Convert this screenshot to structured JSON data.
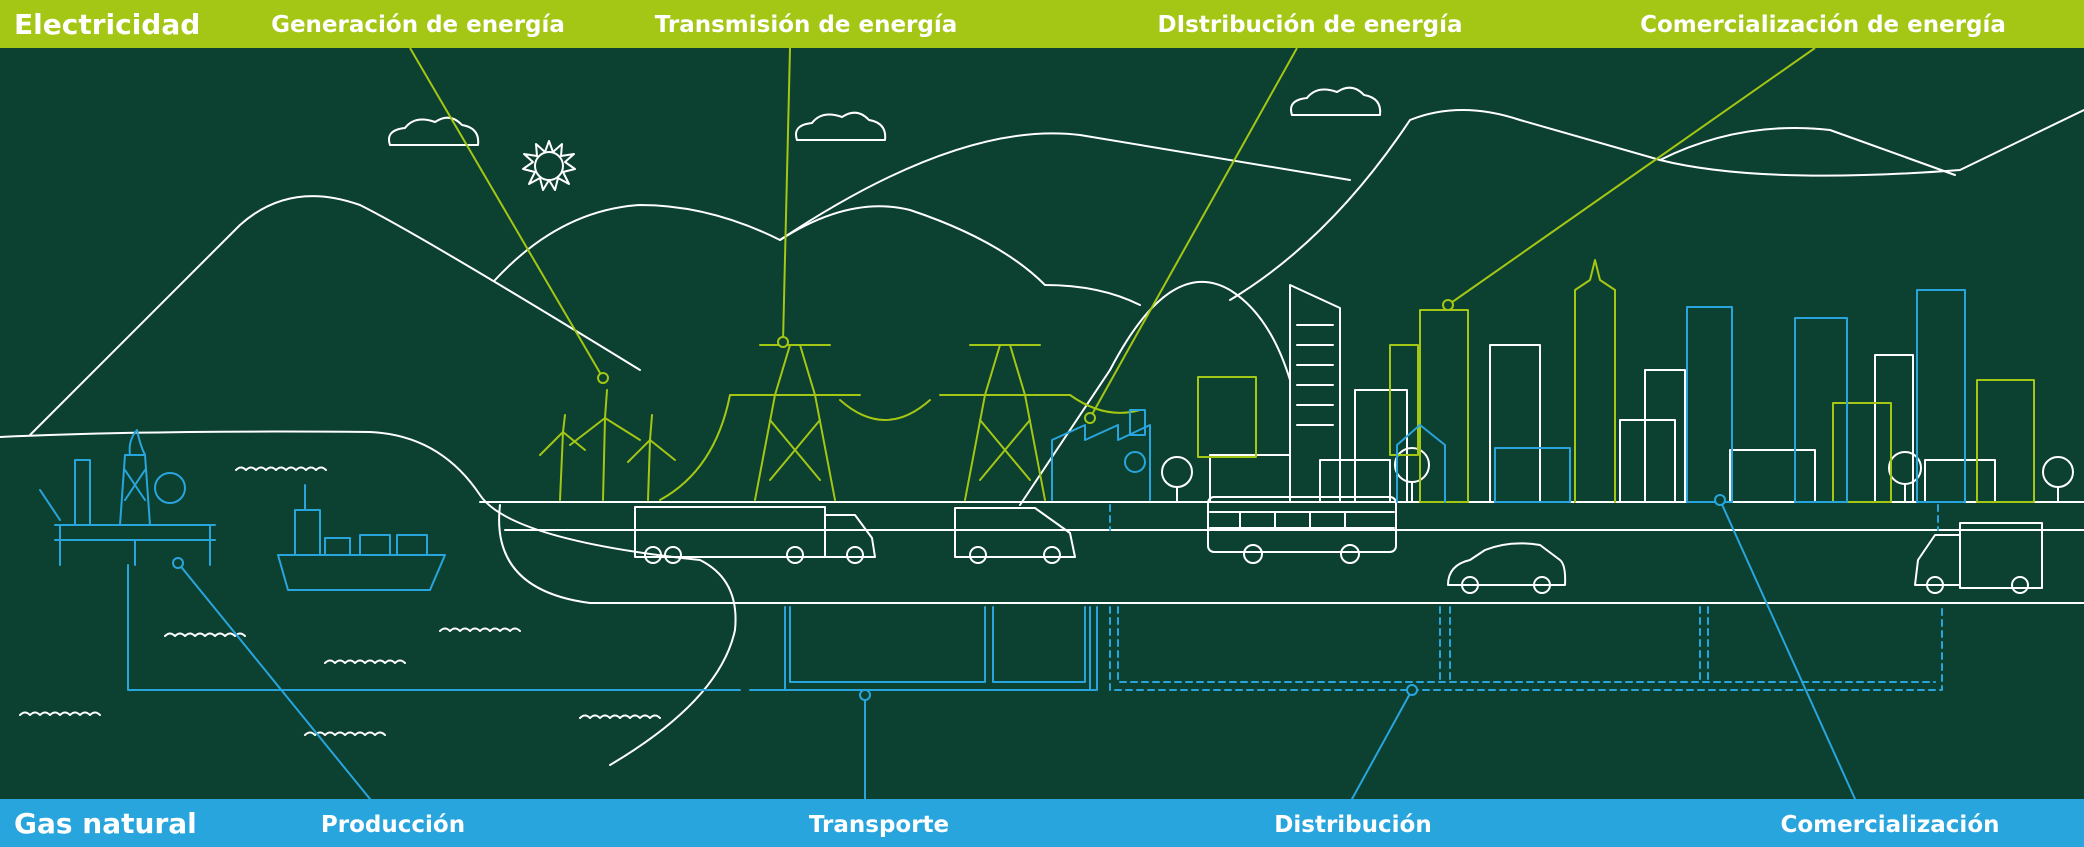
{
  "electricity": {
    "title": "Electricidad",
    "stages": [
      "Generación de energía",
      "Transmisión de energía",
      "DIstribución de energía",
      "Comercialización de energía"
    ]
  },
  "gas": {
    "title": "Gas natural",
    "stages": [
      "Producción",
      "Transporte",
      "Distribución",
      "Comercialización"
    ]
  },
  "colors": {
    "background": "#0c4030",
    "electricity_accent": "#a4c614",
    "gas_accent": "#29a5dd",
    "line": "#ffffff"
  }
}
